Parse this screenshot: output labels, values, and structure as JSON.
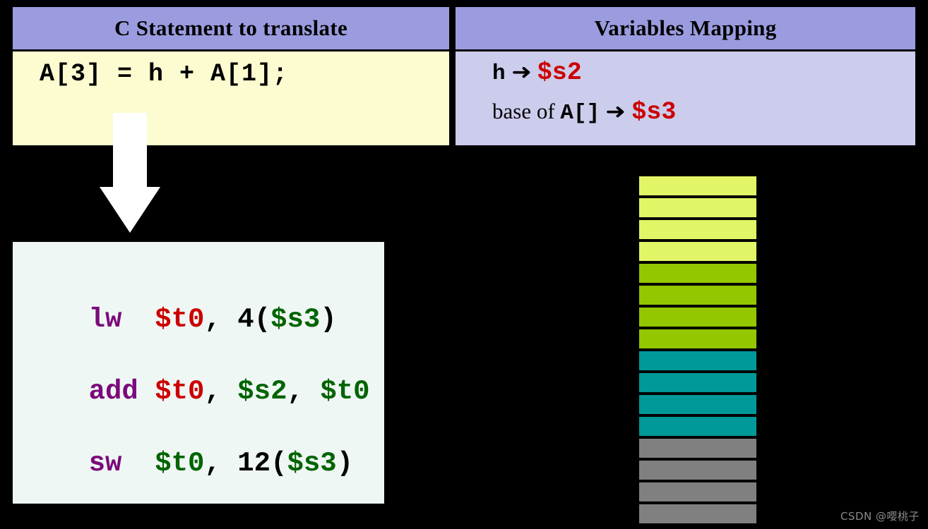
{
  "table": {
    "headers": {
      "left": "C Statement to translate",
      "right": "Variables Mapping"
    },
    "c_statement": "A[3] = h + A[1];",
    "mapping": [
      {
        "name": "h",
        "name_style": "mono",
        "arrow": "➜",
        "register": "$s2"
      },
      {
        "name_prefix": "base of ",
        "name": "A[]",
        "name_style": "mono",
        "arrow": "➜",
        "register": "$s3"
      }
    ]
  },
  "arrow": {
    "icon": "down-arrow-icon",
    "color": "#ffffff"
  },
  "code": {
    "lines": [
      {
        "op": "lw",
        "pad": "  ",
        "dst": "$t0",
        "sep1": ", ",
        "imm": "4",
        "open": "(",
        "src": "$s3",
        "close": ")"
      },
      {
        "op": "add",
        "pad": " ",
        "dst": "$t0",
        "sep1": ", ",
        "src2": "$s2",
        "sep2": ", ",
        "src3": "$t0"
      },
      {
        "op": "sw",
        "pad": "  ",
        "dst_src": "$t0",
        "sep1": ", ",
        "imm": "12",
        "open": "(",
        "src": "$s3",
        "close": ")"
      }
    ]
  },
  "memory": {
    "cells": [
      {
        "index": 0,
        "color": "#e2f566"
      },
      {
        "index": 1,
        "color": "#e2f566"
      },
      {
        "index": 2,
        "color": "#e2f566"
      },
      {
        "index": 3,
        "color": "#e2f566"
      },
      {
        "index": 4,
        "color": "#94c700"
      },
      {
        "index": 5,
        "color": "#94c700"
      },
      {
        "index": 6,
        "color": "#94c700"
      },
      {
        "index": 7,
        "color": "#94c700"
      },
      {
        "index": 8,
        "color": "#009999"
      },
      {
        "index": 9,
        "color": "#009999"
      },
      {
        "index": 10,
        "color": "#009999"
      },
      {
        "index": 11,
        "color": "#009999"
      },
      {
        "index": 12,
        "color": "#808080"
      },
      {
        "index": 13,
        "color": "#808080"
      },
      {
        "index": 14,
        "color": "#808080"
      },
      {
        "index": 15,
        "color": "#808080"
      }
    ]
  },
  "watermark": "CSDN @嘤桃子",
  "colors": {
    "header_purple": "#9b9cdf",
    "cell_cream": "#fdfbd0",
    "cell_lavender": "#ccccec",
    "code_bg": "#eff7f5",
    "opcode_purple": "#7b0a7b",
    "dest_red": "#cc0000",
    "source_green": "#006400",
    "register_red": "#cc0000",
    "background": "#000000"
  }
}
